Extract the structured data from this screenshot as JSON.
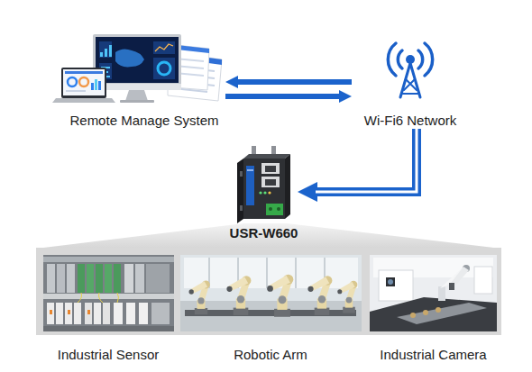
{
  "diagram": {
    "nodes": [
      {
        "text": [
          "Remote Manage System"
        ]
      },
      {
        "text": [
          "Wi-Fi6 Network"
        ]
      },
      {
        "text": [
          "USR-W660"
        ]
      },
      {
        "text": [
          "Industrial Sensor"
        ]
      },
      {
        "text": [
          "Robotic Arm"
        ]
      },
      {
        "text": [
          "Industrial Camera"
        ]
      }
    ],
    "edges": [
      {
        "from": 1,
        "to": 0,
        "arrow": "to"
      },
      {
        "from": 0,
        "to": 1,
        "arrow": "to"
      },
      {
        "from": 1,
        "to": 2,
        "arrow": "to"
      }
    ]
  }
}
